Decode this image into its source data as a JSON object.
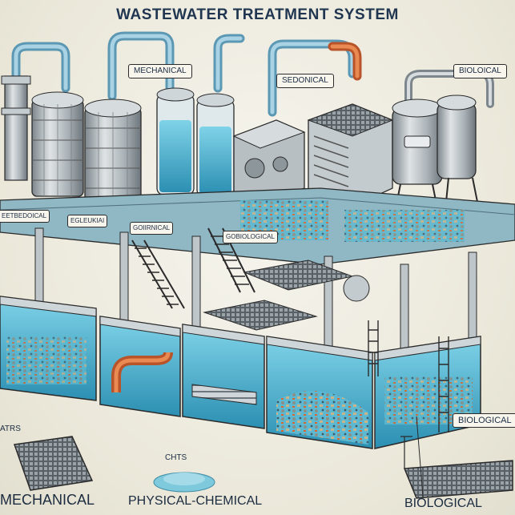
{
  "title": "WASTEWATER TREATMENT SYSTEM",
  "top_labels": {
    "mechanical": "MECHANICAL",
    "sedonical": "SEDONICAL",
    "biological": "BIOLOICAL"
  },
  "deck_labels": {
    "left": "EETBEDOICAL",
    "mid_left": "EGLEUKIAI",
    "mid": "GOIIRNICAL",
    "right": "GOBIOLOGICAL"
  },
  "bottom_labels": {
    "left_partial": "ATRS",
    "cuts": "CHTS",
    "mechanical": "MECHANICAL",
    "physical_chemical": "PHYSICAL-CHEMICAL",
    "biological_box": "BIOLOGICAL",
    "biological": "BIOLOGICAL"
  },
  "colors": {
    "water": "#5fc3dd",
    "water_dark": "#2f8fb0",
    "steel": "#b9c0c4",
    "steel_dark": "#6d767c",
    "pipe_blue": "#7fb7cf",
    "pipe_orange": "#d9662f",
    "ink": "#2a2a2a"
  }
}
